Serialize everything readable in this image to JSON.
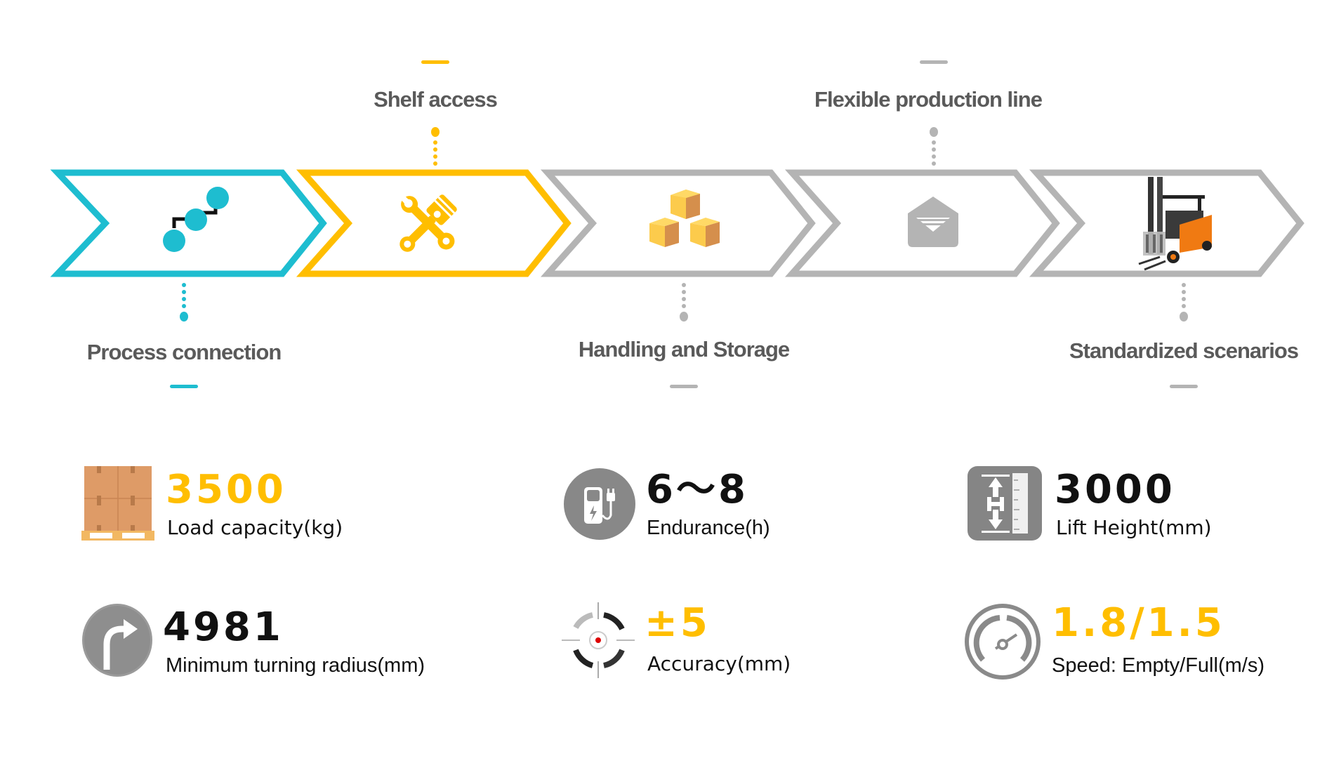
{
  "colors": {
    "teal": "#1EBDD0",
    "yellow": "#FFBE00",
    "gray": "#B4B4B4",
    "label_text": "#5A5A5A",
    "value_dark": "#111111"
  },
  "process_steps": [
    {
      "label": "Process connection",
      "icon": "connected-nodes-icon",
      "color": "teal",
      "label_position": "below"
    },
    {
      "label": "Shelf access",
      "icon": "tools-icon",
      "color": "yellow",
      "label_position": "above"
    },
    {
      "label": "Handling and Storage",
      "icon": "boxes-icon",
      "color": "gray",
      "label_position": "below"
    },
    {
      "label": "Flexible production line",
      "icon": "envelope-icon",
      "color": "gray",
      "label_position": "above"
    },
    {
      "label": "Standardized scenarios",
      "icon": "forklift-icon",
      "color": "gray",
      "label_position": "below"
    }
  ],
  "specs": [
    {
      "value": "3500",
      "label": "Load capacity(kg)",
      "icon": "pallet-boxes-icon",
      "value_color": "yellow"
    },
    {
      "value": "6～8",
      "label": "Endurance(h)",
      "icon": "charging-station-icon",
      "value_color": "dark"
    },
    {
      "value": "3000",
      "label": "Lift Height(mm)",
      "icon": "height-ruler-icon",
      "value_color": "dark"
    },
    {
      "value": "4981",
      "label": "Minimum turning radius(mm)",
      "icon": "turn-right-arrow-icon",
      "value_color": "dark"
    },
    {
      "value": "±5",
      "label": "Accuracy(mm)",
      "icon": "crosshair-target-icon",
      "value_color": "yellow"
    },
    {
      "value": "1.8/1.5",
      "label": "Speed: Empty/Full(m/s)",
      "icon": "speedometer-icon",
      "value_color": "yellow"
    }
  ]
}
